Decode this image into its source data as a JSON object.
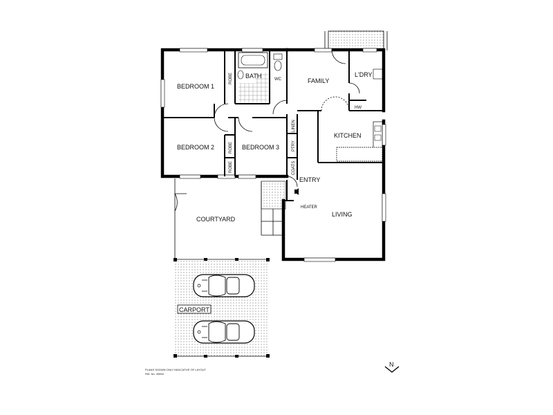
{
  "rooms": {
    "bedroom1": "BEDROOM 1",
    "bedroom2": "BEDROOM 2",
    "bedroom3": "BEDROOM 3",
    "bath": "BATH",
    "wc": "WC",
    "family": "FAMILY",
    "laundry": "L'DRY",
    "hw": "HW",
    "kitchen": "KITCHEN",
    "linen": "LINEN",
    "pantry": "PTRY",
    "coats": "COATS",
    "robe1": "ROBE",
    "robe2": "ROBE",
    "robe3": "ROBE",
    "entry": "ENTRY",
    "heater": "HEATER",
    "living": "LIVING",
    "courtyard": "COURTYARD",
    "carport": "CARPORT"
  },
  "notes": {
    "disclaimer": "PLANS SHOWN ONLY INDICATIVE OF LAYOUT",
    "ref": "Ref. No. 49894"
  },
  "compass": {
    "label": "N"
  },
  "colors": {
    "wall": "#000000",
    "background": "#ffffff"
  }
}
